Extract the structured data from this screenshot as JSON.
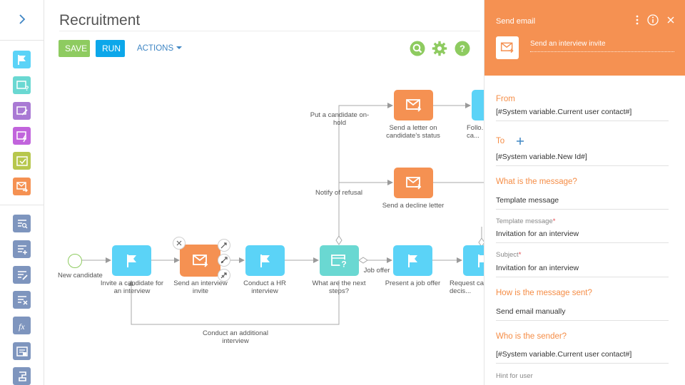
{
  "header": {
    "title": "Recruitment",
    "save_label": "SAVE",
    "run_label": "RUN",
    "actions_label": "ACTIONS"
  },
  "colors": {
    "flag": "#5bd3f7",
    "email": "#f59152",
    "gateway": "#6ad8d2",
    "save": "#8ecb60",
    "run": "#0ca7ea",
    "accent": "#f58d46"
  },
  "toolbar": {
    "items": [
      {
        "icon": "flag-icon",
        "color": "#5bd3f7"
      },
      {
        "icon": "question-window-icon",
        "color": "#6ad8d2"
      },
      {
        "icon": "edit-window-icon",
        "color": "#a979d4"
      },
      {
        "icon": "lightning-window-icon",
        "color": "#c164dc"
      },
      {
        "icon": "check-window-icon",
        "color": "#b7c74d"
      },
      {
        "icon": "envelope-arrow-icon",
        "color": "#f59152"
      },
      {
        "icon": "search-list-icon",
        "color": "#7e95be"
      },
      {
        "icon": "add-list-icon",
        "color": "#7e95be"
      },
      {
        "icon": "edit-list-icon",
        "color": "#7e95be"
      },
      {
        "icon": "delete-list-icon",
        "color": "#7e95be"
      },
      {
        "icon": "formula-icon",
        "color": "#7e95be"
      },
      {
        "icon": "list-window-icon",
        "color": "#7e95be"
      },
      {
        "icon": "script-icon",
        "color": "#7e95be"
      }
    ]
  },
  "diagram": {
    "start_label": "New candidate",
    "elements": {
      "invite": "Invite a candidate for an interview",
      "send_invite": "Send an interview invite",
      "conduct_hr": "Conduct a HR interview",
      "next_steps": "What are the next steps?",
      "present_offer": "Present a job offer",
      "request": "Request ca... decis...",
      "send_status": "Send a letter on candidate's status",
      "follow": "Follo... ca...",
      "decline": "Send a decline letter"
    },
    "flows": {
      "on_hold": "Put a candidate on-hold",
      "refusal": "Notify of refusal",
      "job_offer": "Job offer",
      "additional": "Conduct an additional interview"
    }
  },
  "panel": {
    "title": "Send email",
    "element_name": "Send an interview invite",
    "from_label": "From",
    "from_value": "[#System variable.Current user contact#]",
    "to_label": "To",
    "to_value": "[#System variable.New Id#]",
    "message_label": "What is the message?",
    "message_value": "Template message",
    "template_label": "Template message",
    "template_value": "Invitation for an interview",
    "subject_label": "Subject",
    "subject_value": "Invitation for an interview",
    "how_label": "How is the message sent?",
    "how_value": "Send email manually",
    "sender_label": "Who is the sender?",
    "sender_value": "[#System variable.Current user contact#]",
    "hint_label": "Hint for user"
  }
}
